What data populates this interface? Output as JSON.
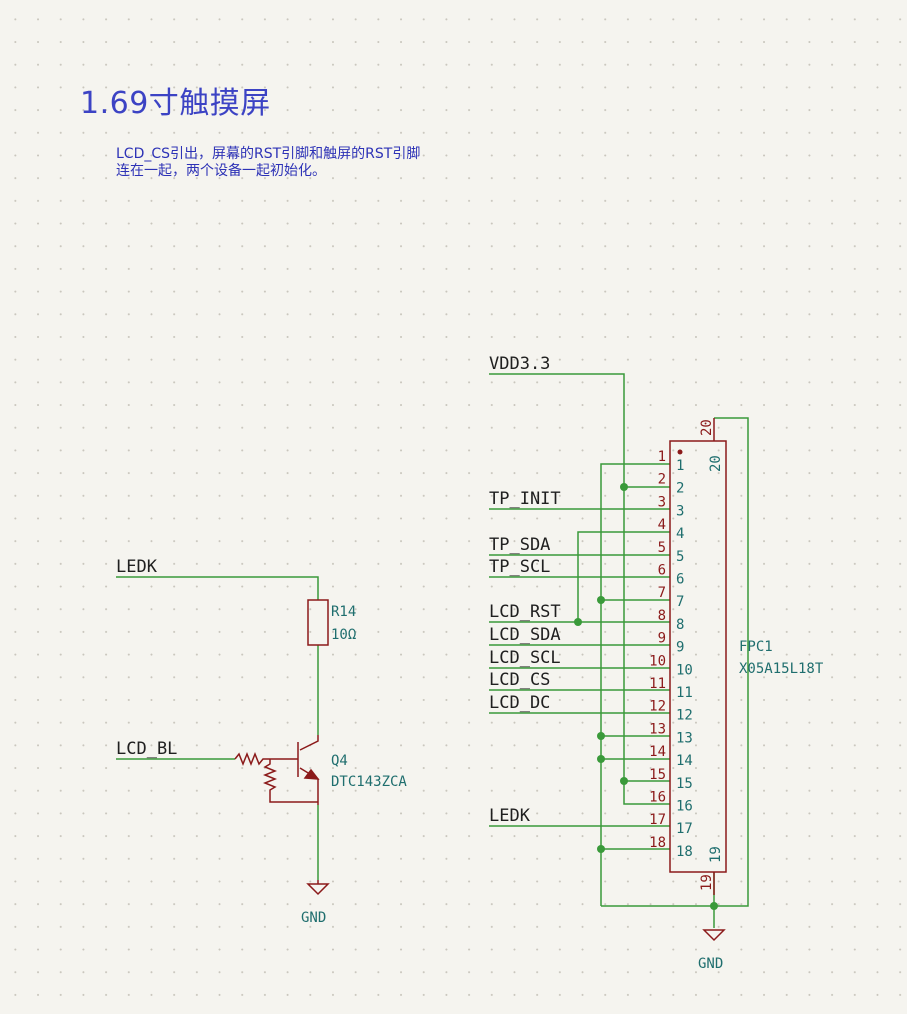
{
  "title": "1.69寸触摸屏",
  "note": {
    "line1": "LCD_CS引出，屏幕的RST引脚和触屏的RST引脚",
    "line2": "连在一起，两个设备一起初始化。"
  },
  "backlight": {
    "net_ledk": "LEDK",
    "net_lcd_bl": "LCD_BL",
    "r14_ref": "R14",
    "r14_value": "10Ω",
    "q4_ref": "Q4",
    "q4_value": "DTC143ZCA",
    "gnd": "GND"
  },
  "fpc": {
    "ref": "FPC1",
    "value": "X05A15L18T",
    "net_vdd": "VDD3.3",
    "nets": [
      "TP_INIT",
      "TP_SDA",
      "TP_SCL",
      "LCD_RST",
      "LCD_SDA",
      "LCD_SCL",
      "LCD_CS",
      "LCD_DC",
      "LEDK"
    ],
    "pins_outer": [
      "1",
      "2",
      "3",
      "4",
      "5",
      "6",
      "7",
      "8",
      "9",
      "10",
      "11",
      "12",
      "13",
      "14",
      "15",
      "16",
      "17",
      "18"
    ],
    "pins_inner": [
      "1",
      "2",
      "3",
      "4",
      "5",
      "6",
      "7",
      "8",
      "9",
      "10",
      "11",
      "12",
      "13",
      "14",
      "15",
      "16",
      "17",
      "18"
    ],
    "pin19": "19",
    "pin20": "20",
    "gnd": "GND"
  },
  "colors": {
    "wire": "#3a9a3a",
    "component": "#8b1a1a",
    "title": "#3c43c4",
    "reference": "#1f6e6e"
  }
}
